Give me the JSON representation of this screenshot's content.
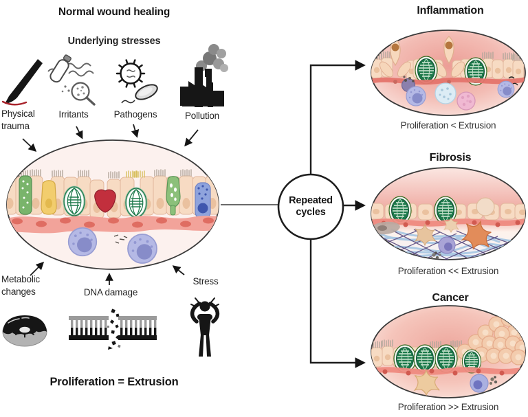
{
  "header": {
    "title": "Normal wound healing",
    "subtitle": "Underlying stresses"
  },
  "external_stressors": {
    "physical_trauma": {
      "line1": "Physical",
      "line2": "trauma",
      "icon": "scalpel-icon"
    },
    "irritants": {
      "label": "Irritants",
      "icon": "bottle-magnifier-icon"
    },
    "pathogens": {
      "label": "Pathogens",
      "icon": "virus-bacterium-icon"
    },
    "pollution": {
      "label": "Pollution",
      "icon": "factory-smoke-icon"
    }
  },
  "internal_stressors": {
    "metabolic": {
      "line1": "Metabolic",
      "line2": "changes",
      "icon": "donut-icon"
    },
    "dna_damage": {
      "label": "DNA damage",
      "icon": "broken-dna-icon"
    },
    "stress": {
      "label": "Stress",
      "icon": "stressed-person-icon"
    }
  },
  "balance_label": "Proliferation = Extrusion",
  "cycle_node": {
    "line1": "Repeated",
    "line2": "cycles"
  },
  "outcomes": [
    {
      "title": "Inflammation",
      "caption": "Proliferation < Extrusion"
    },
    {
      "title": "Fibrosis",
      "caption": "Proliferation << Extrusion"
    },
    {
      "title": "Cancer",
      "caption": "Proliferation >> Extrusion"
    }
  ],
  "colors": {
    "text": "#1f1f1f",
    "epithelium_peach": "#f7dbc3",
    "basal_salmon": "#f2a39a",
    "mitosis_green": "#1e7a4c",
    "goblet_green": "#79b46b",
    "senescent_yellow": "#f2cd6d",
    "extruding_red": "#c22f3d",
    "immune_lavender": "#b5b9e5",
    "blue_cell": "#8fa3dc",
    "inflamed_pink": "#eda198",
    "collagen_blue": "#a9c7e3",
    "collagen_purple": "#5b4b80",
    "fibroblast_orange": "#e28c5a",
    "tumor_peach": "#f3ccae"
  }
}
